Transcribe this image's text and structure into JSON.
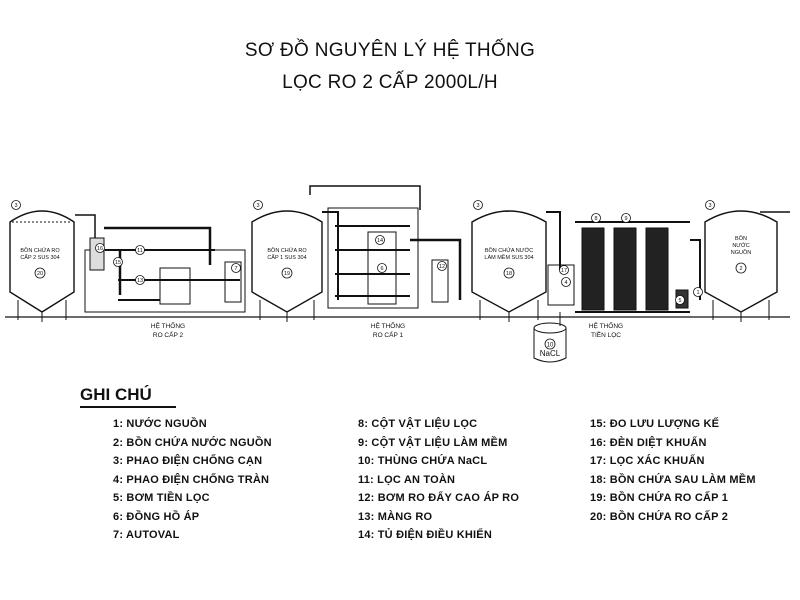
{
  "title": {
    "line1": "SƠ ĐỒ NGUYÊN LÝ HỆ THỐNG",
    "line2": "LỌC RO 2 CẤP 2000L/H"
  },
  "tanks": [
    {
      "id": "tank-ro2",
      "lines": [
        "BỒN CHỨA RO",
        "CẤP 2 SUS 304"
      ],
      "number": "20",
      "float_number": "3"
    },
    {
      "id": "tank-ro1",
      "lines": [
        "BỒN CHỨA RO",
        "CẤP 1 SUS 304"
      ],
      "number": "19",
      "float_number": "3"
    },
    {
      "id": "tank-soft",
      "lines": [
        "BỒN CHỨA NƯỚC",
        "LÀM MỀM SUS 304"
      ],
      "number": "18",
      "float_number": "3"
    },
    {
      "id": "tank-source",
      "lines": [
        "BỒN",
        "NƯỚC",
        "NGUỒN"
      ],
      "number": "2",
      "float_number": "3"
    }
  ],
  "systems": {
    "ro2": [
      "HỆ THỐNG",
      "RO CẤP 2"
    ],
    "ro1": [
      "HỆ THỐNG",
      "RO CẤP 1"
    ],
    "pre": [
      "HỆ THỐNG",
      "TIỀN LỌC"
    ]
  },
  "nacl": {
    "number": "10",
    "label": "NaCL"
  },
  "callouts": [
    "16",
    "11",
    "13",
    "15",
    "7",
    "14",
    "6",
    "12",
    "5",
    "9",
    "8",
    "4",
    "17",
    "1"
  ],
  "legend": {
    "title": "GHI CHÚ",
    "col1": [
      "1: NƯỚC NGUỒN",
      "2: BỒN CHỨA NƯỚC NGUỒN",
      "3: PHAO ĐIỆN CHỐNG CẠN",
      "4: PHAO ĐIỆN CHỐNG TRÀN",
      "5: BƠM TIỀN LỌC",
      "6: ĐỒNG HỒ ÁP",
      "7: AUTOVAL"
    ],
    "col2": [
      "8: CỘT VẬT LIỆU LỌC",
      "9: CỘT VẬT LIỆU LÀM MỀM",
      "10: THÙNG CHỨA NaCL",
      "11: LỌC AN TOÀN",
      "12: BƠM RO ĐẨY CAO ÁP RO",
      "13: MÀNG RO",
      "14: TỦ ĐIỆN ĐIỀU KHIỂN"
    ],
    "col3": [
      "15: ĐO LƯU LƯỢNG KẾ",
      "16: ĐÈN DIỆT KHUẨN",
      "17: LỌC XÁC KHUẨN",
      "18: BỒN CHỨA SAU LÀM MỀM",
      "19: BỒN CHỨA RO CẤP 1",
      "20: BỒN CHỨA RO CẤP 2"
    ]
  }
}
